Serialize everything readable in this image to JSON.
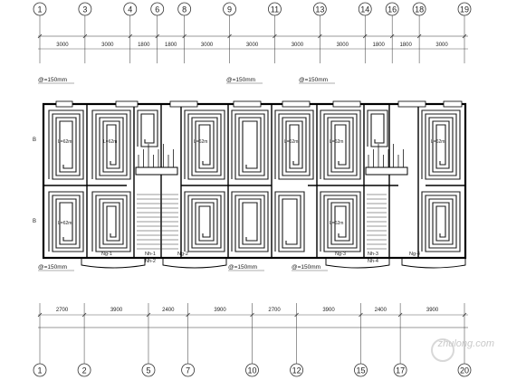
{
  "drawing": {
    "top_axes": [
      {
        "label": "1",
        "value": 0
      },
      {
        "label": "3",
        "value": 3000
      },
      {
        "label": "4",
        "value": 6000
      },
      {
        "label": "6",
        "value": 7800
      },
      {
        "label": "8",
        "value": 9600
      },
      {
        "label": "9",
        "value": 12600
      },
      {
        "label": "11",
        "value": 15600
      },
      {
        "label": "13",
        "value": 18600
      },
      {
        "label": "14",
        "value": 21600
      },
      {
        "label": "16",
        "value": 23400
      },
      {
        "label": "18",
        "value": 25200
      },
      {
        "label": "19",
        "value": 28200
      }
    ],
    "top_spans": [
      "3000",
      "3000",
      "1800",
      "1800",
      "3000",
      "3000",
      "3000",
      "3000",
      "1800",
      "1800",
      "3000"
    ],
    "bottom_axes": [
      {
        "label": "1",
        "value": 0
      },
      {
        "label": "2",
        "value": 2700
      },
      {
        "label": "5",
        "value": 6600
      },
      {
        "label": "7",
        "value": 9000
      },
      {
        "label": "10",
        "value": 12900
      },
      {
        "label": "12",
        "value": 15600
      },
      {
        "label": "15",
        "value": 19500
      },
      {
        "label": "17",
        "value": 21900
      },
      {
        "label": "20",
        "value": 25800
      }
    ],
    "bottom_spans": [
      "2700",
      "3900",
      "2400",
      "3900",
      "2700",
      "3900",
      "2400",
      "3900"
    ],
    "spacing_notes": [
      {
        "text": "@=150mm"
      },
      {
        "text": "@=150mm"
      },
      {
        "text": "@=150mm"
      },
      {
        "text": "@=150mm"
      },
      {
        "text": "@=150mm"
      },
      {
        "text": "@=150mm"
      }
    ],
    "loop_labels": [
      "Ng-1",
      "Nh-1",
      "Nh-2",
      "Ng-2",
      "Ng-3",
      "Nh-3",
      "Nh-4",
      "Ng-4"
    ],
    "room_tags": [
      "L=62m",
      "L=62m",
      "L=62m",
      "L=62m",
      "L=62m",
      "L=62m",
      "L=62m",
      "L=62m"
    ],
    "side_marks": [
      "B",
      "B"
    ]
  },
  "watermark": {
    "text": "zhulong.com"
  },
  "colors": {
    "line": "#333333",
    "pipe": "#1a1a1a",
    "wall": "#000000",
    "watermark": "#c9c9c9"
  }
}
